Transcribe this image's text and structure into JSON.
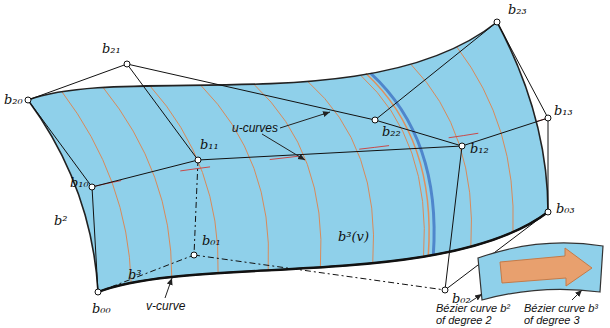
{
  "diagram": {
    "labels": [
      "b₂₃",
      "b₂₁",
      "b₂₂",
      "b₁₃",
      "b₂₀",
      "u-curves",
      "b₁₁",
      "b₁₂",
      "b₁₀",
      "b₀₃",
      "b²",
      "b³(v)",
      "b₀₁",
      "b₀₂",
      "b³",
      "b₀₀",
      "v-curve",
      "Bézier curve b² of degree 2",
      "Bézier curve b³ of degree 3"
    ]
  }
}
